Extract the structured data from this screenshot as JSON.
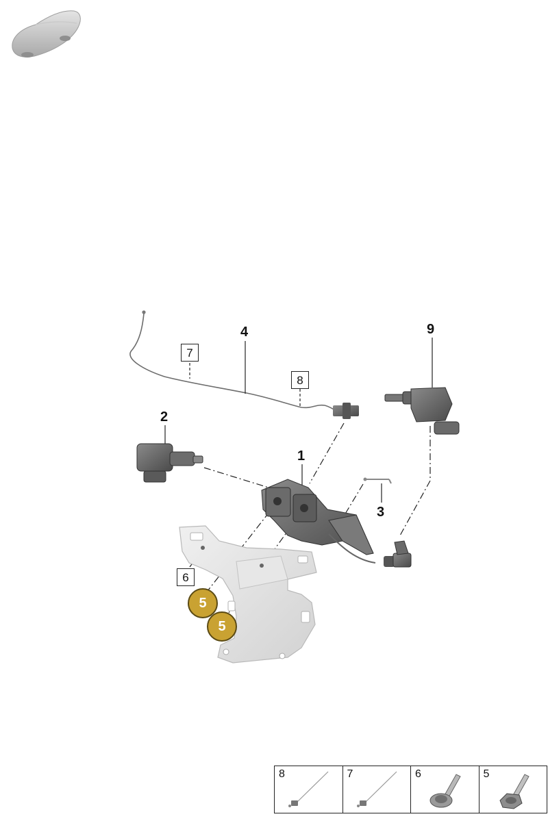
{
  "callouts": {
    "c1": "1",
    "c2": "2",
    "c3": "3",
    "c4": "4",
    "c9": "9"
  },
  "boxed_labels": {
    "b6": "6",
    "b7": "7",
    "b8": "8"
  },
  "badges": {
    "label": "5",
    "color": "#c9a232"
  },
  "legend": [
    {
      "number": "8",
      "icon": "cable-tie-icon"
    },
    {
      "number": "7",
      "icon": "cable-tie-icon"
    },
    {
      "number": "6",
      "icon": "collar-bolt-icon"
    },
    {
      "number": "5",
      "icon": "flange-bolt-icon"
    }
  ],
  "icons": {
    "vehicle": "car-silhouette-icon"
  }
}
